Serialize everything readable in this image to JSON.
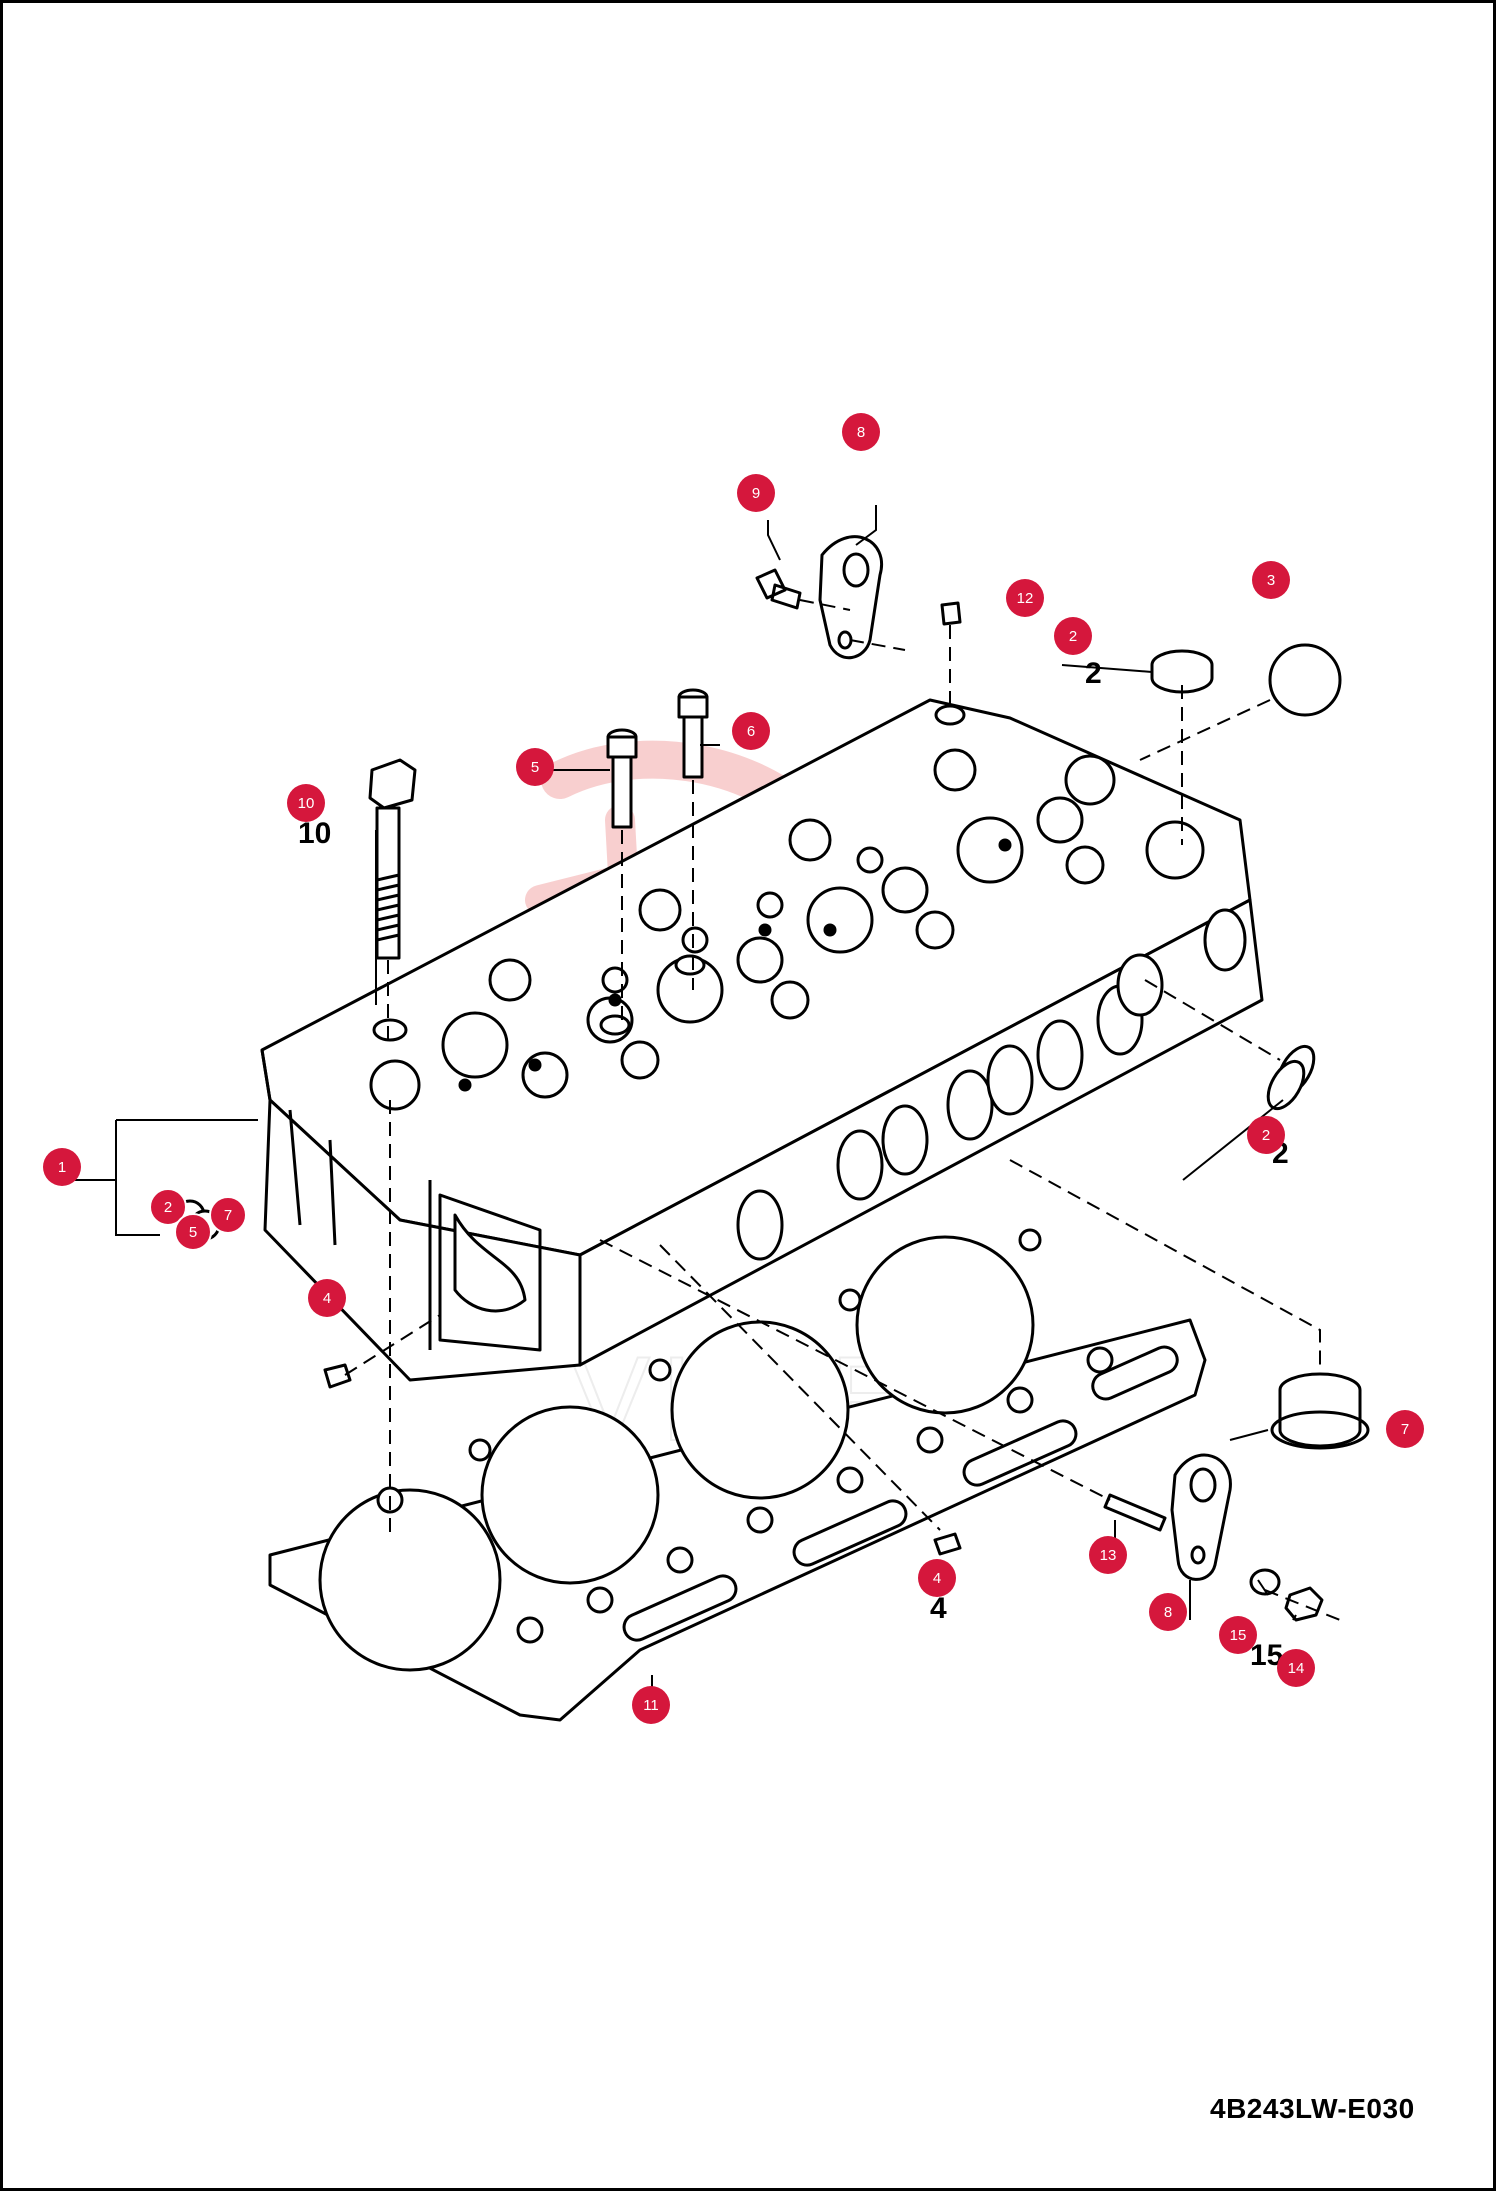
{
  "drawing": {
    "code": "4B243LW-E030",
    "watermark": "VIITEX"
  },
  "colors": {
    "badge": "#d5173c",
    "line": "#000000",
    "watermark": "#f3c4c4"
  },
  "callouts": [
    {
      "id": "1",
      "label": "1"
    },
    {
      "id": "2a",
      "label": "2"
    },
    {
      "id": "2b",
      "label": "2"
    },
    {
      "id": "2c",
      "label": "2"
    },
    {
      "id": "3",
      "label": "3"
    },
    {
      "id": "4a",
      "label": "4"
    },
    {
      "id": "4b",
      "label": "4"
    },
    {
      "id": "5",
      "label": "5"
    },
    {
      "id": "6",
      "label": "6"
    },
    {
      "id": "7a",
      "label": "7"
    },
    {
      "id": "7b",
      "label": "7"
    },
    {
      "id": "8a",
      "label": "8"
    },
    {
      "id": "8b",
      "label": "8"
    },
    {
      "id": "9",
      "label": "9"
    },
    {
      "id": "10",
      "label": "10"
    },
    {
      "id": "11",
      "label": "11"
    },
    {
      "id": "12",
      "label": "12"
    },
    {
      "id": "13",
      "label": "13"
    },
    {
      "id": "14",
      "label": "14"
    },
    {
      "id": "15",
      "label": "15"
    },
    {
      "id": "2d",
      "label": "2"
    },
    {
      "id": "5b",
      "label": "5"
    }
  ]
}
